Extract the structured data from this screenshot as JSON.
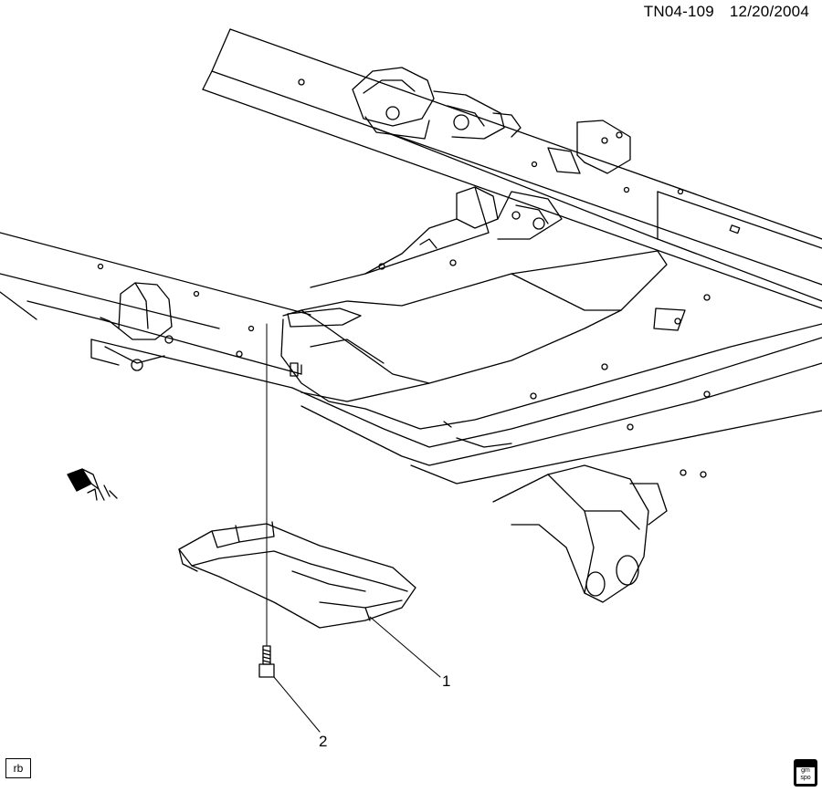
{
  "header": {
    "illustration_id": "TN04-109",
    "date": "12/20/2004"
  },
  "callouts": [
    {
      "number": "1",
      "part": "skid-plate"
    },
    {
      "number": "2",
      "part": "bolt"
    }
  ],
  "footer": {
    "left_tag": "rb",
    "logo_text_top": "gm",
    "logo_text_bottom": "spo"
  },
  "colors": {
    "line": "#000000",
    "background": "#ffffff"
  }
}
